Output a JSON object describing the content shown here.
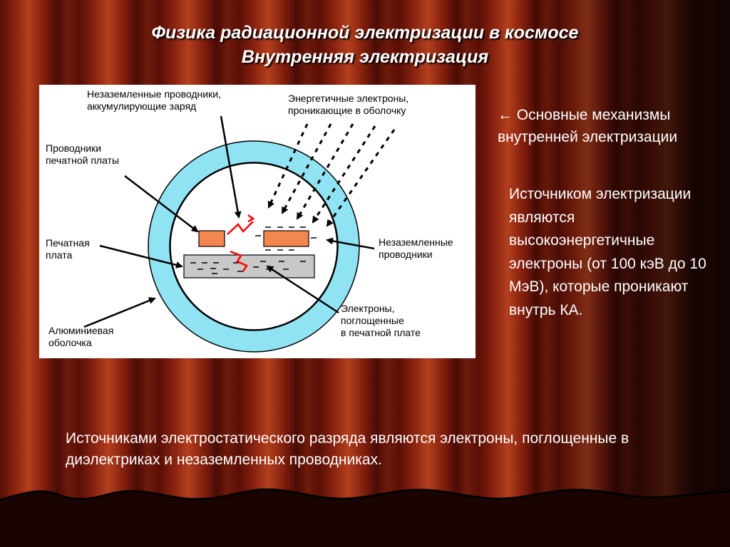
{
  "title": {
    "line1": "Физика радиационной электризации в космосе",
    "line2": "Внутренняя электризация"
  },
  "diagram": {
    "labels": {
      "ungrounded_top_1": "Незаземленные проводники,",
      "ungrounded_top_2": "аккумулирующие заряд",
      "energetic_1": "Энергетичные электроны,",
      "energetic_2": "проникающие в оболочку",
      "pcb_conductors_1": "Проводники",
      "pcb_conductors_2": "печатной платы",
      "pcb_1": "Печатная",
      "pcb_2": "плата",
      "ungrounded_right_1": "Незаземленные",
      "ungrounded_right_2": "проводники",
      "absorbed_1": "Электроны,",
      "absorbed_2": "поглощенные",
      "absorbed_3": "в печатной плате",
      "shell_1": "Алюминиевая",
      "shell_2": "оболочка"
    },
    "colors": {
      "shell": "#8fe3f2",
      "board": "#c8c8c8",
      "conductor": "#f4874f",
      "spark": "#ff0000"
    }
  },
  "side": {
    "mechanisms": "← Основные механизмы внутренней электризации",
    "source": "Источником электризации являются высокоэнергетичные электроны (от 100 кэВ до 10 МэВ), которые проникают внутрь КА."
  },
  "bottom": {
    "text": "Источниками электростатического  разряда являются электроны, поглощенные в диэлектриках и незаземленных проводниках."
  }
}
